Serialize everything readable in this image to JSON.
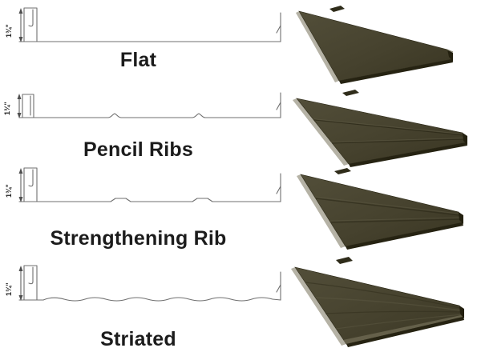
{
  "rows": [
    {
      "id": "flat",
      "label": "Flat",
      "dimension": "1¾\""
    },
    {
      "id": "pencil-ribs",
      "label": "Pencil Ribs",
      "dimension": "1¾\""
    },
    {
      "id": "strengthening-rib",
      "label": "Strengthening Rib",
      "dimension": "1¾\""
    },
    {
      "id": "striated",
      "label": "Striated",
      "dimension": "1¾\""
    }
  ],
  "colors": {
    "background": "#ffffff",
    "profile_line": "#6f6f6f",
    "dimension_line": "#4f4f4f",
    "dimension_text": "#222222",
    "label_text": "#1c1c1c",
    "panel_face": "#474330",
    "panel_face_light": "#524e39",
    "panel_face_dark": "#393522",
    "panel_edge_dark": "#262312",
    "panel_seam_tab": "#2f2c1a",
    "panel_flange_light": "#b5b2a5",
    "panel_rib_dark": "#2c2918",
    "panel_rib_light": "#5b5742"
  }
}
